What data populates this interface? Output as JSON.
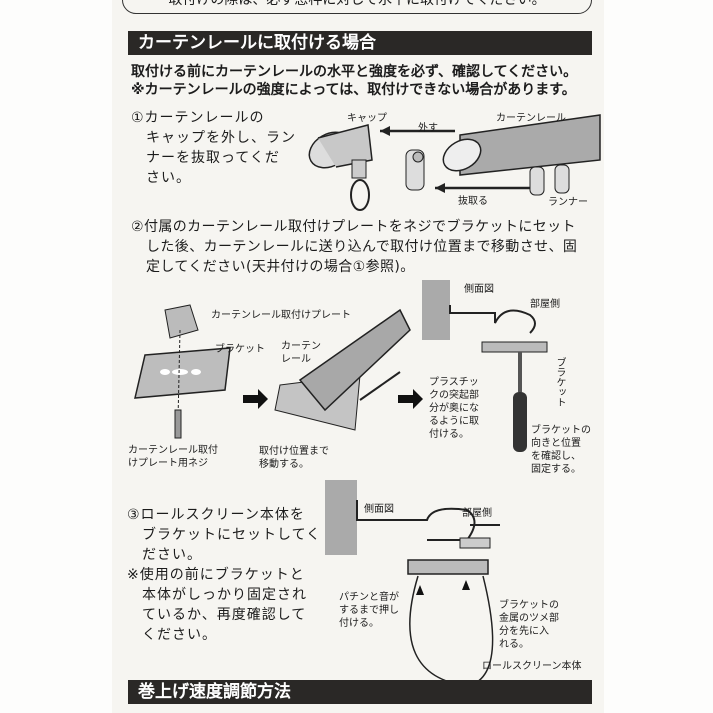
{
  "top_notice": "取付けの際は、必ず窓枠に対して水平に取付けてください。",
  "section1": {
    "title": "カーテンレールに取付ける場合",
    "intro": [
      "取付ける前にカーテンレールの水平と強度を必ず、確認してください。",
      "※カーテンレールの強度によっては、取付けできない場合があります。"
    ],
    "step1": {
      "lines": [
        "①カーテンレールの",
        "キャップを外し、ラン",
        "ナーを抜取ってくだ",
        "さい。"
      ],
      "labels": {
        "cap": "キャップ",
        "remove": "外す",
        "rail": "カーテンレール",
        "pull_out": "抜取る",
        "runner": "ランナー"
      }
    },
    "step2": {
      "lines": [
        "②付属のカーテンレール取付けプレートをネジでブラケットにセット",
        "した後、カーテンレールに送り込んで取付け位置まで移動させ、固",
        "定してください(天井付けの場合①参照)。"
      ],
      "labels": {
        "plate": "カーテンレール取付けプレート",
        "bracket": "ブラケット",
        "screw": [
          "カーテンレール取付",
          "けプレート用ネジ"
        ],
        "rail": [
          "カーテン",
          "レール"
        ],
        "move": [
          "取付け位置まで",
          "移動する。"
        ],
        "side_view": "側面図",
        "room_side": "部屋側",
        "plastic": [
          "プラスチッ",
          "クの突起部",
          "分が奥にな",
          "るように取",
          "付ける。"
        ],
        "bracket_vertical": "ブラケット",
        "check": [
          "ブラケットの",
          "向きと位置",
          "を確認し、",
          "固定する。"
        ]
      }
    },
    "step3": {
      "lines": [
        "③ロールスクリーン本体を",
        "ブラケットにセットしてく",
        "ださい。"
      ],
      "note": [
        "※使用の前にブラケットと",
        "本体がしっかり固定され",
        "ているか、再度確認して",
        "ください。"
      ],
      "labels": {
        "side_view": "側面図",
        "room_side": "部屋側",
        "push": [
          "パチンと音が",
          "するまで押し",
          "付ける。"
        ],
        "claw": [
          "ブラケットの",
          "金属のツメ部",
          "分を先に入",
          "れる。"
        ],
        "body": "ロールスクリーン本体"
      }
    }
  },
  "section2": {
    "title": "巻上げ速度調節方法"
  }
}
